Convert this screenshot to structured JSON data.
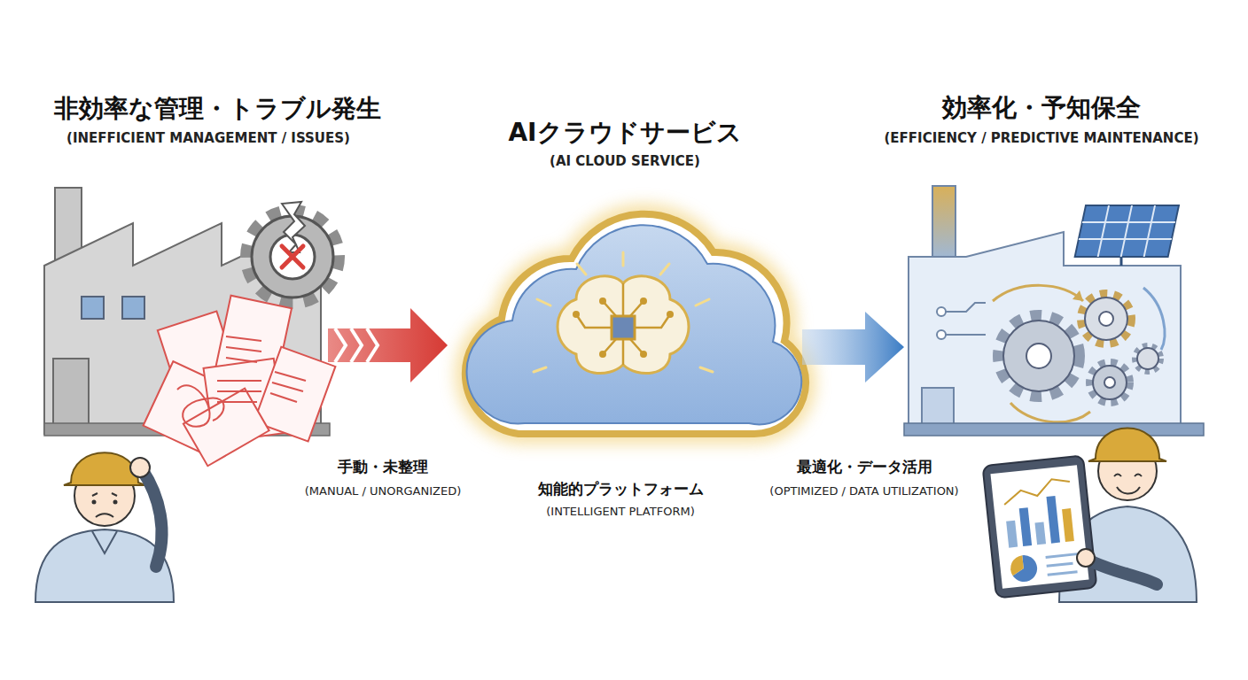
{
  "diagram": {
    "nodes": [
      {
        "text": [
          "非効率な管理・トラブル発生",
          "(INEFFICIENT MANAGEMENT / ISSUES)"
        ]
      },
      {
        "text": [
          "AIクラウドサービス",
          "(AI CLOUD SERVICE)",
          "知能的プラットフォーム",
          "(INTELLIGENT PLATFORM)"
        ]
      },
      {
        "text": [
          "効率化・予知保全",
          "(EFFICIENCY / PREDICTIVE MAINTENANCE)"
        ]
      }
    ],
    "edges": [
      {
        "from": 0,
        "to": 1,
        "arrow": "to",
        "label": "手動・未整理"
      },
      {
        "from": 1,
        "to": 2,
        "arrow": "to",
        "label": "最適化・データ活用"
      }
    ],
    "labels": [
      "(MANUAL / UNORGANIZED)",
      "(OPTIMIZED / DATA UTILIZATION)"
    ]
  }
}
